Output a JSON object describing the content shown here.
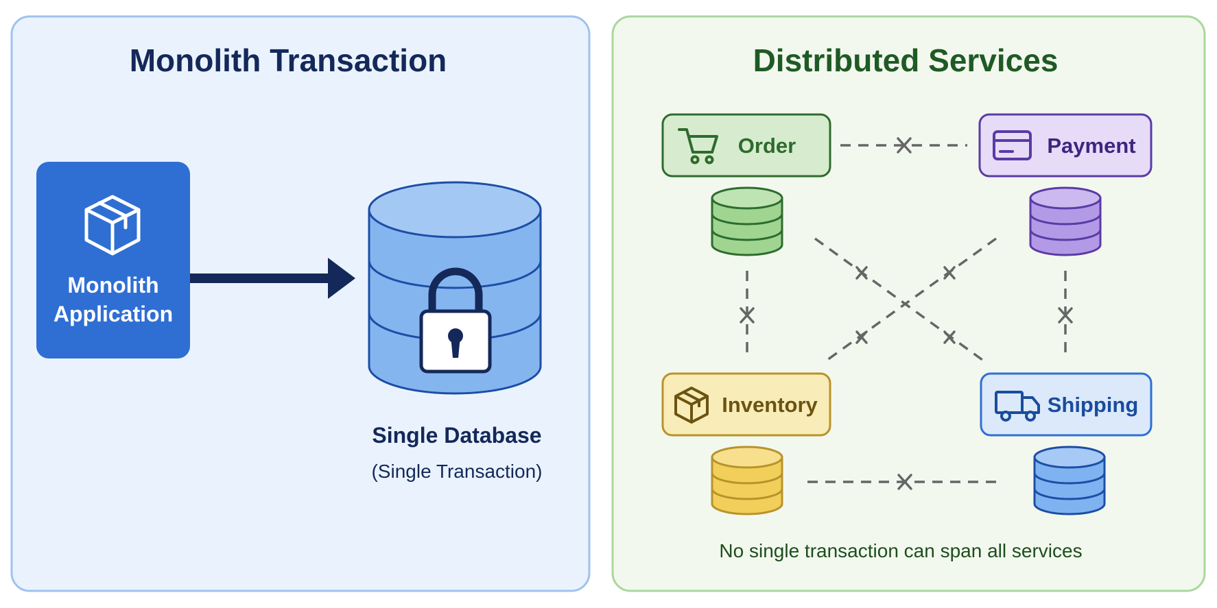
{
  "monolith_panel": {
    "title": "Monolith Transaction",
    "app_label_line1": "Monolith",
    "app_label_line2": "Application",
    "db_caption": "Single Database",
    "db_subcaption": "(Single Transaction)"
  },
  "distributed_panel": {
    "title": "Distributed Services",
    "services": {
      "order": "Order",
      "payment": "Payment",
      "inventory": "Inventory",
      "shipping": "Shipping"
    },
    "footer_note": "No single transaction can span all services"
  },
  "colors": {
    "monolith_bg": "#eaf3fd",
    "monolith_border": "#9fc2ee",
    "monolith_title": "#14285a",
    "app_box": "#2f6fd3",
    "db_fill": "#85b5ef",
    "db_stroke": "#1c4ea6",
    "distributed_bg": "#f2f8ee",
    "distributed_border": "#a9d89b",
    "distributed_title": "#1f5a24",
    "order_green": "#2e6b2e",
    "payment_purple": "#5b3aa6",
    "inventory_amber": "#6b5410",
    "shipping_blue": "#1a4c9c",
    "dashed_link": "#666666"
  },
  "icons": {
    "app": "package-box-icon",
    "database": "database-lock-icon",
    "order": "shopping-cart-icon",
    "payment": "credit-card-icon",
    "inventory": "package-icon",
    "shipping": "truck-icon",
    "broken_link": "x-mark-icon"
  }
}
